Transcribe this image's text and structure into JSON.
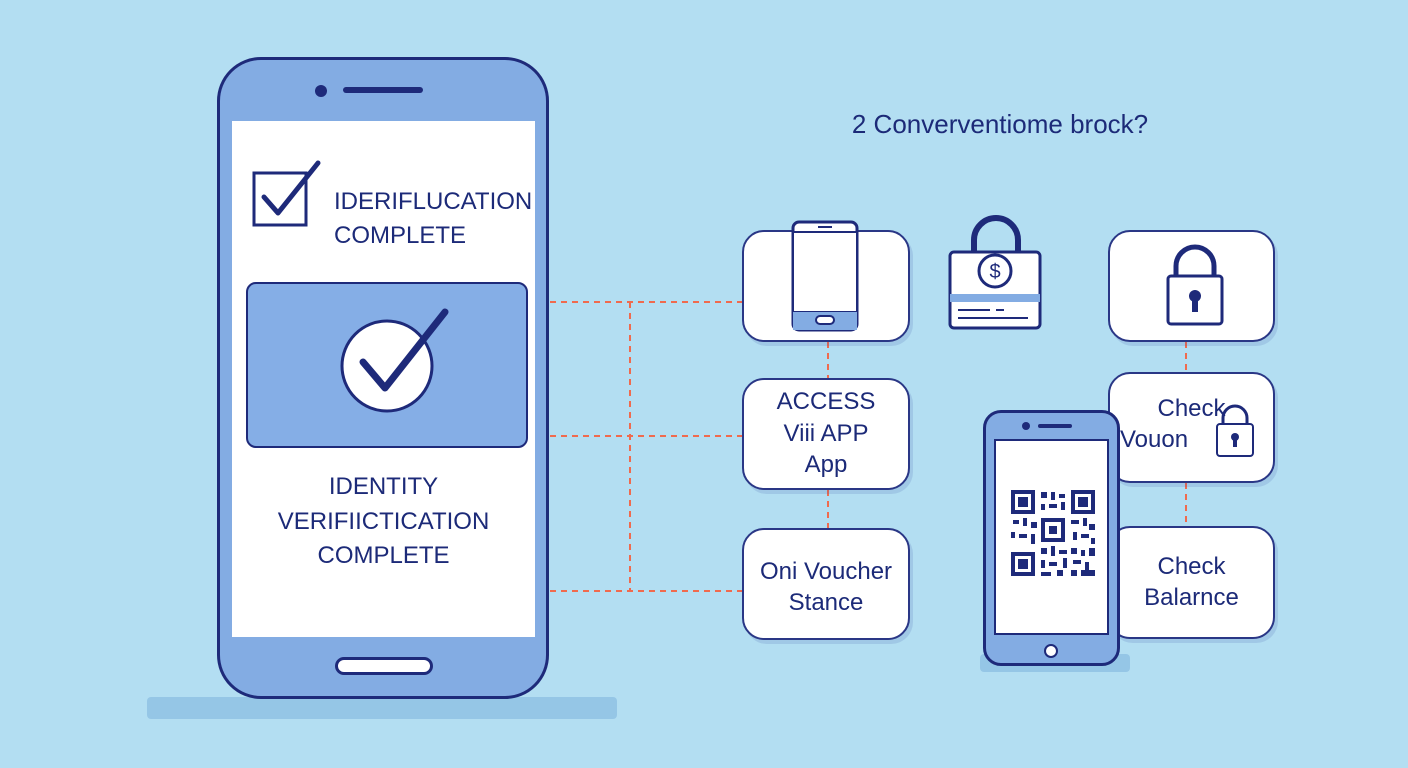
{
  "header": {
    "question": "2 Converventiome brock?"
  },
  "left_phone": {
    "small_status": {
      "line1": "IDERIFLUCATION",
      "line2": "COMPLETE"
    },
    "status": {
      "line1": "IDENTITY",
      "line2": "VERIFIICTICATION",
      "line3": "COMPLETE"
    }
  },
  "steps": {
    "access": {
      "line1": "ACCESS",
      "line2": "Viii APP",
      "line3": "App"
    },
    "voucher": {
      "line1": "Oni Voucher",
      "line2": "Stance"
    },
    "check_voucher": {
      "line1": "Check",
      "line2": "Vouon"
    },
    "check_balance": {
      "line1": "Check",
      "line2": "Balarnce"
    }
  },
  "icons": [
    "phone-icon",
    "dollar-lock-card-icon",
    "padlock-icon",
    "qr-code-icon",
    "checkmark-icon"
  ],
  "colors": {
    "background": "#b3def2",
    "phone_body": "#83ace3",
    "outline": "#1e2a7a",
    "connector": "#f06a4e",
    "text": "#1c2a78"
  }
}
